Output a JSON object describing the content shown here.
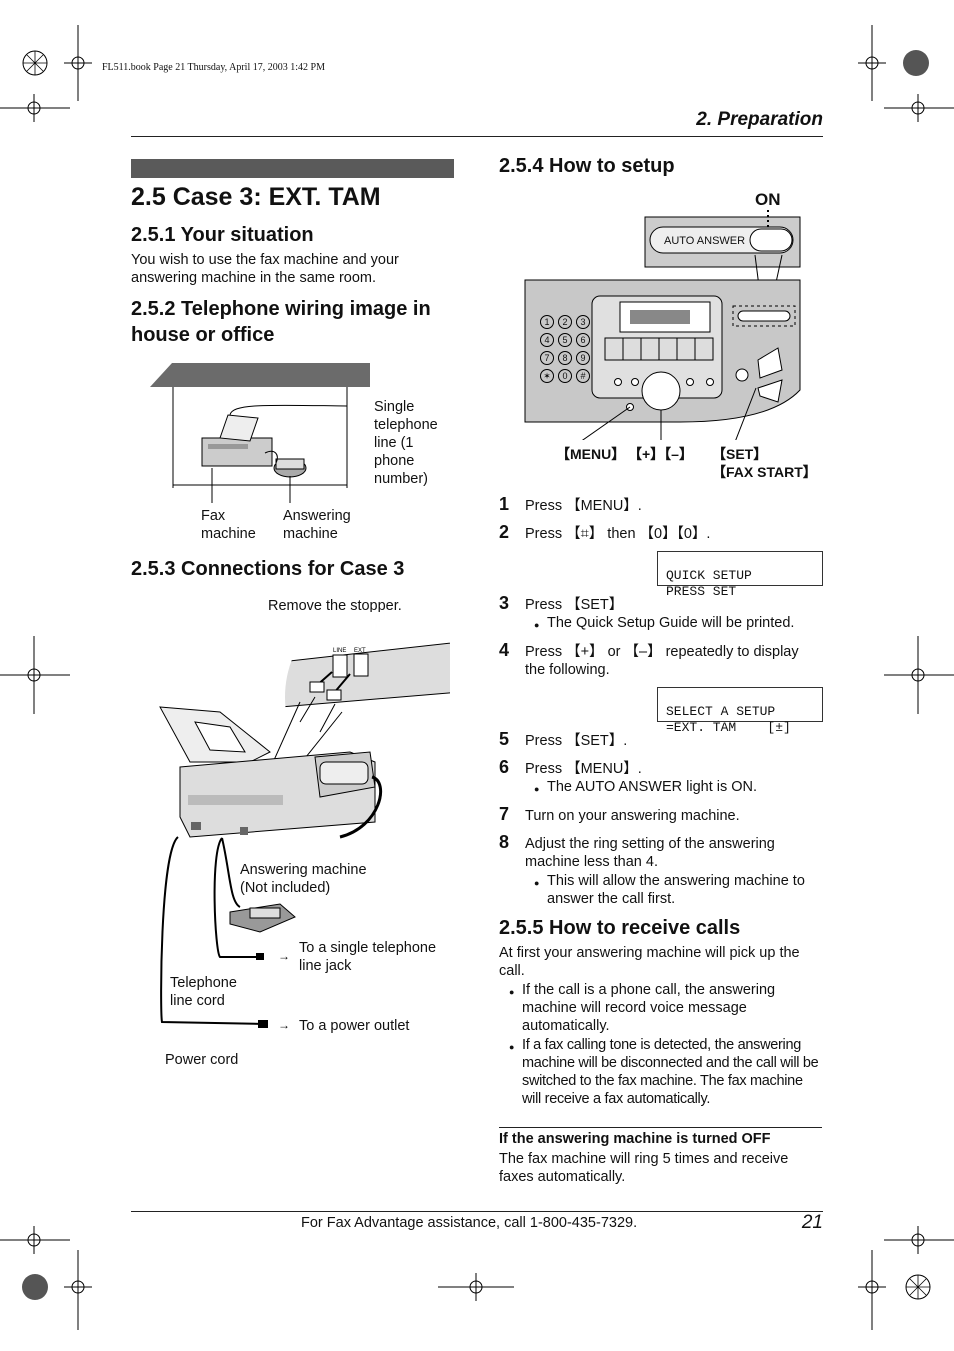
{
  "print_header": "FL511.book  Page 21  Thursday, April 17, 2003  1:42 PM",
  "chapter": "2. Preparation",
  "section_title": "2.5 Case 3: EXT. TAM",
  "s251": {
    "title": "2.5.1 Your situation",
    "text": "You wish to use the fax machine and your answering machine in the same room."
  },
  "s252": {
    "title": "2.5.2 Telephone wiring image in house or office",
    "labels": {
      "line": "Single telephone line (1 phone number)",
      "fax": "Fax machine",
      "answering": "Answering machine"
    }
  },
  "s253": {
    "title": "2.5.3 Connections for Case 3",
    "labels": {
      "stopper": "Remove the stopper.",
      "line_port": "LINE",
      "ext_port": "EXT",
      "answering": "Answering machine (Not included)",
      "jack": "To a single telephone line jack",
      "cord": "Telephone line cord",
      "outlet": "To a power outlet",
      "power": "Power cord"
    }
  },
  "s254": {
    "title": "2.5.4 How to setup",
    "panel": {
      "on": "ON",
      "auto_answer": "AUTO ANSWER",
      "menu": "【MENU】",
      "plusminus": "【+】【–】",
      "set": "【SET】",
      "fax_start": "【FAX START】",
      "keypad": [
        "1",
        "2",
        "3",
        "4",
        "5",
        "6",
        "7",
        "8",
        "9",
        "✶",
        "0",
        "#"
      ]
    },
    "steps": [
      {
        "num": "1",
        "text": "Press 【MENU】."
      },
      {
        "num": "2",
        "text": "Press 【⌗】 then 【0】【0】."
      },
      {
        "num": "3",
        "text": "Press 【SET】",
        "bullet": "The Quick Setup Guide will be printed."
      },
      {
        "num": "4",
        "text": "Press 【+】 or 【–】 repeatedly to display the following."
      },
      {
        "num": "5",
        "text": "Press 【SET】."
      },
      {
        "num": "6",
        "text": "Press 【MENU】.",
        "bullet": "The AUTO ANSWER light is ON."
      },
      {
        "num": "7",
        "text": "Turn on your answering machine."
      },
      {
        "num": "8",
        "text": "Adjust the ring setting of the answering machine less than 4.",
        "bullet": "This will allow the answering machine to answer the call first."
      }
    ],
    "lcd1": [
      "QUICK SETUP",
      "PRESS SET"
    ],
    "lcd2": [
      "SELECT A SETUP",
      "=EXT. TAM    [±]"
    ]
  },
  "s255": {
    "title": "2.5.5 How to receive calls",
    "intro": "At first your answering machine will pick up the call.",
    "bullets": [
      "If the call is a phone call, the answering machine will record voice message automatically.",
      "If a fax calling tone is detected, the answering machine will be disconnected and the call will be switched to the fax machine. The fax machine will receive a fax automatically."
    ],
    "off_title": "If the answering machine is turned OFF",
    "off_text": "The fax machine will ring 5 times and receive faxes automatically."
  },
  "footer": {
    "assist": "For Fax Advantage assistance, call 1-800-435-7329.",
    "page": "21"
  }
}
